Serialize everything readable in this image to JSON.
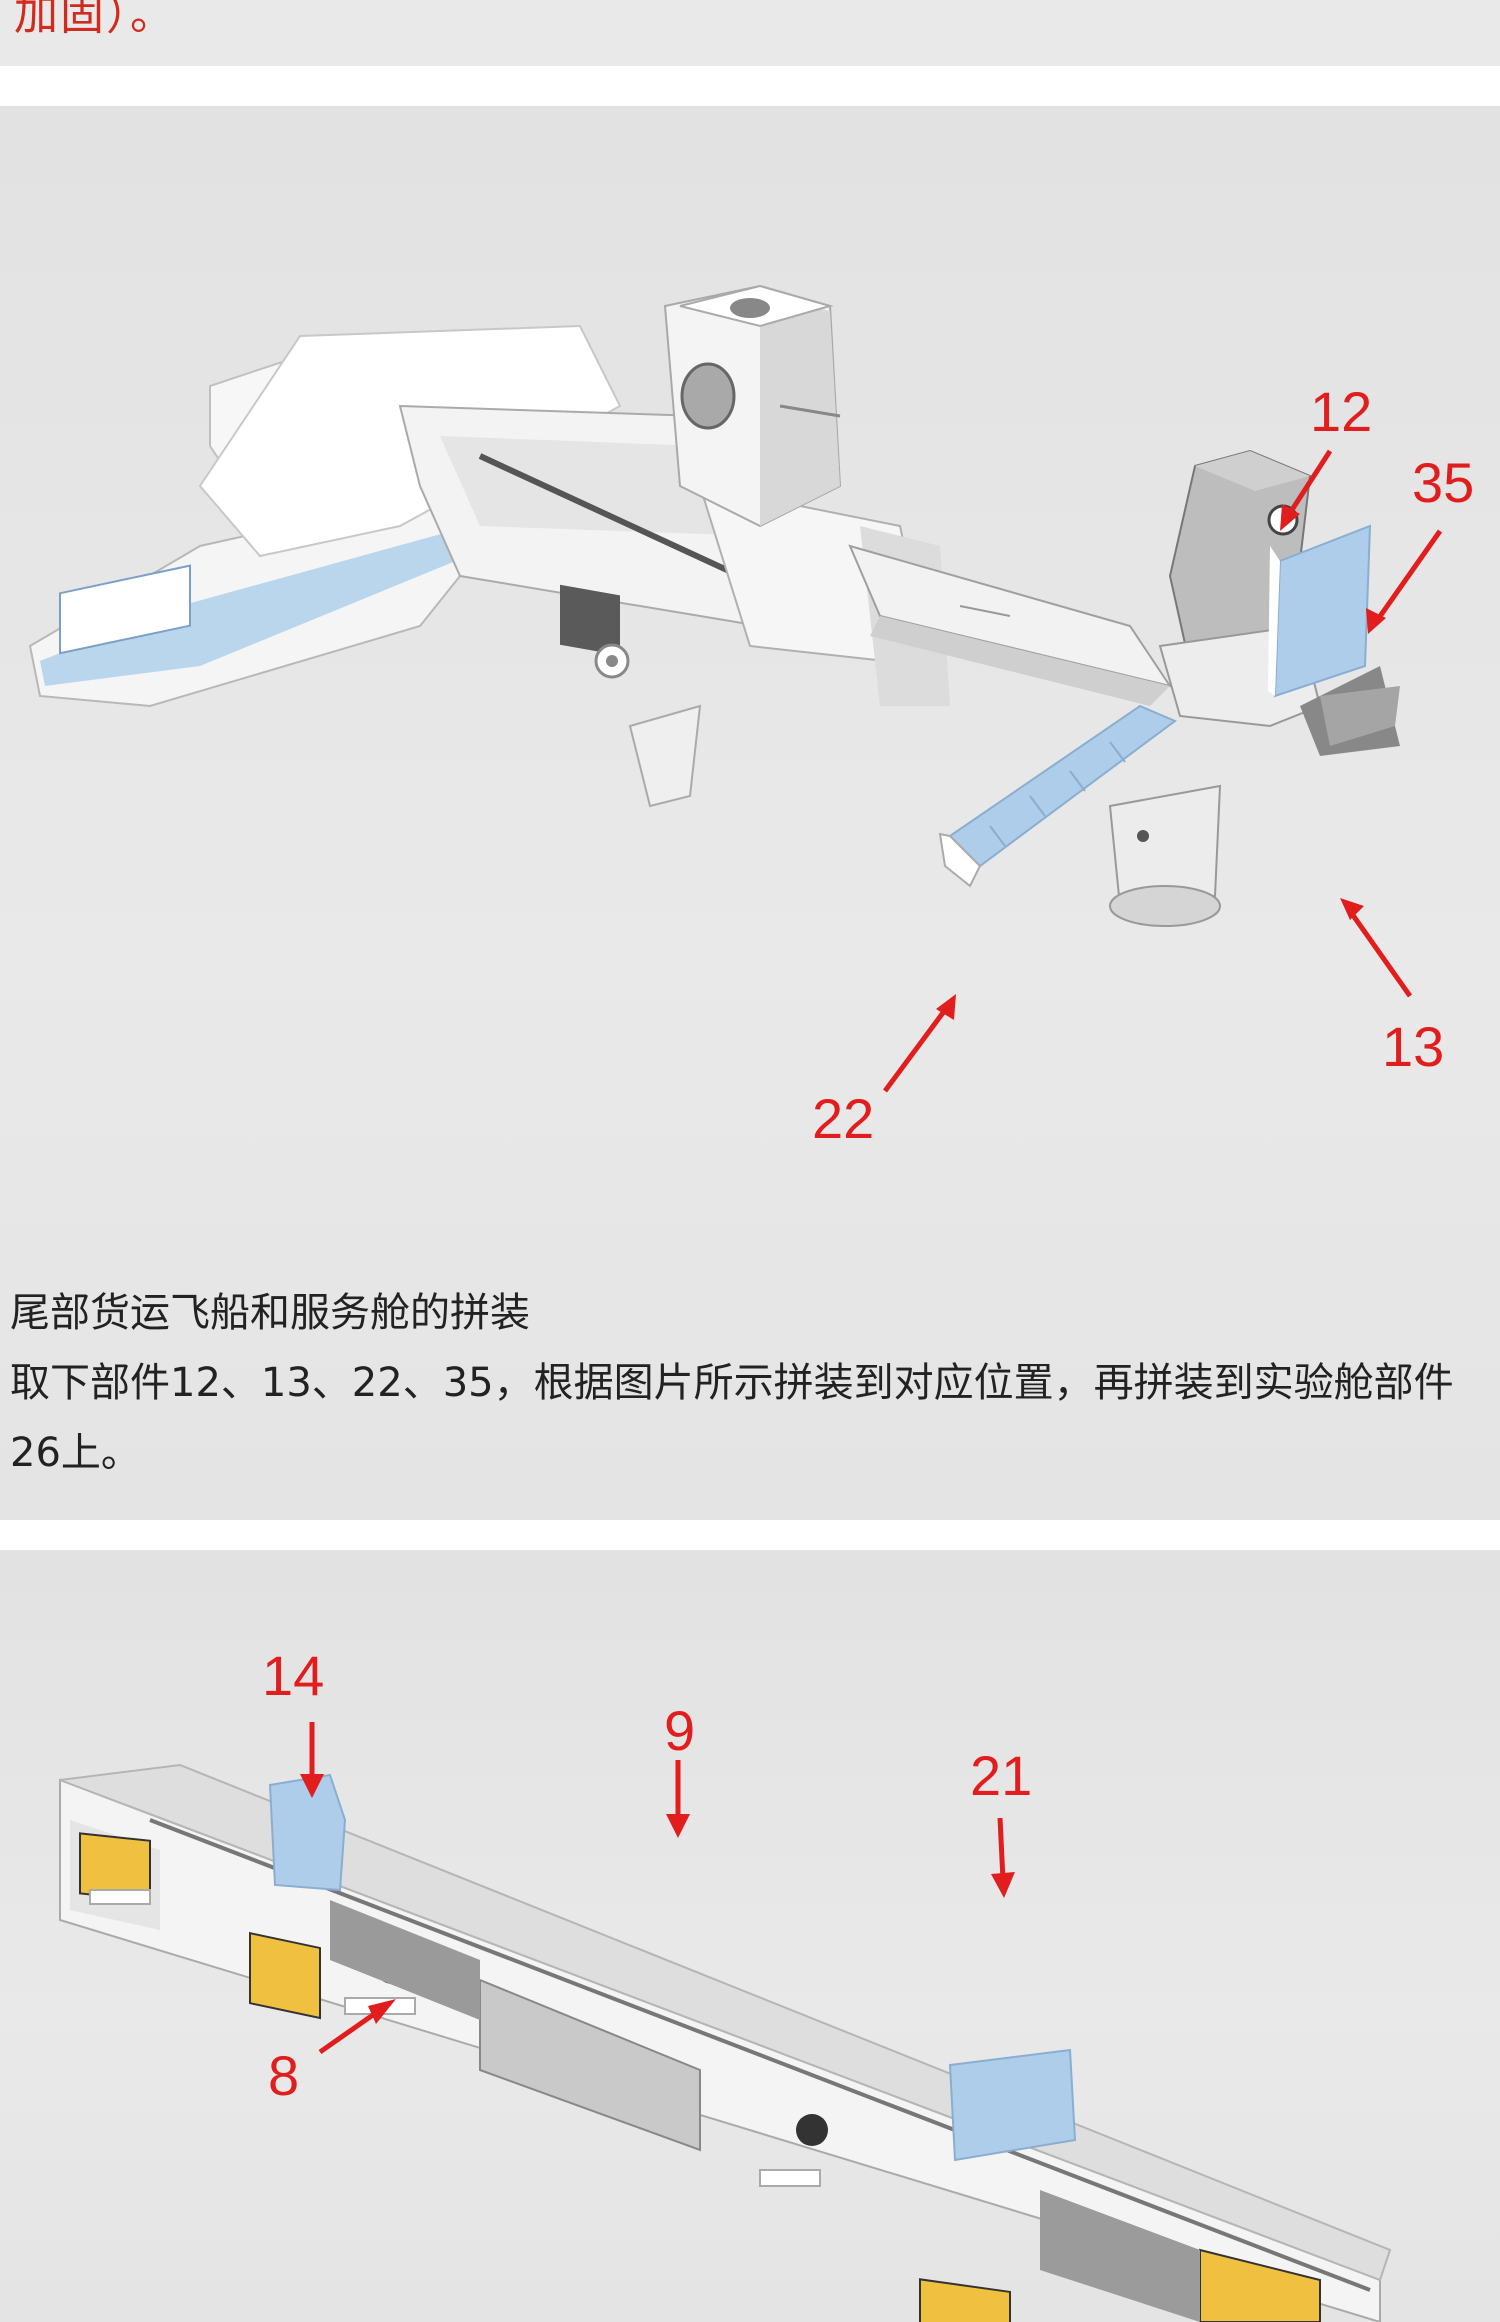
{
  "top_caption": "加固）。",
  "step1": {
    "callouts": [
      "12",
      "35",
      "13",
      "22"
    ],
    "title": "尾部货运飞船和服务舱的拼装",
    "body": "取下部件12、13、22、35，根据图片所示拼装到对应位置，再拼装到实验舱部件26上。"
  },
  "step2": {
    "callouts": [
      "14",
      "9",
      "21",
      "8"
    ]
  },
  "colors": {
    "callout_red": "#e11d1d",
    "panel_blue": "#aecdeb",
    "accent_yellow": "#f0c040",
    "background": "#e6e6e6"
  }
}
